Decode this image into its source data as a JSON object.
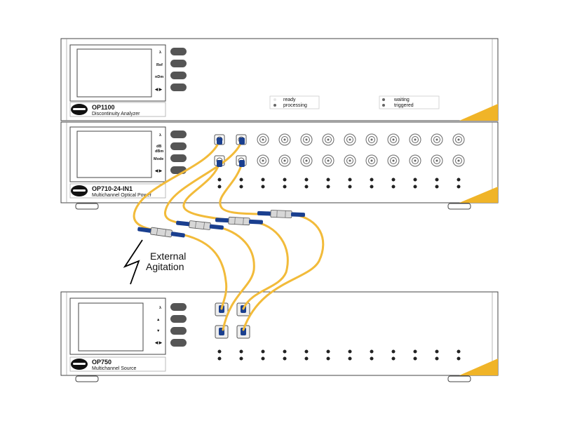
{
  "instruments": [
    {
      "id": "analyzer",
      "model": "OP1100",
      "name": "Discontinuity Analyzer",
      "display_buttons": [
        "λ",
        "Ref",
        "nDm",
        "◀ ▶"
      ],
      "status_left": [
        "ready",
        "processing"
      ],
      "status_right": [
        "waiting",
        "triggered"
      ]
    },
    {
      "id": "power",
      "model": "OP710-24-IN1",
      "name": "Multichannel Optical Power",
      "display_buttons": [
        "λ",
        "dB\ndBm",
        "Mode",
        "◀ ▶"
      ]
    },
    {
      "id": "source",
      "model": "OP750",
      "name": "Multichannel Source",
      "display_buttons": [
        "λ",
        "▲",
        "▼",
        "◀ ▶"
      ]
    }
  ],
  "annotation": {
    "line1": "External",
    "line2": "Agitation"
  },
  "colors": {
    "fiber": "#f2bb3a",
    "connector": "#1a3f8f",
    "accent": "#f0b428",
    "panel_stroke": "#333333",
    "button": "#555555"
  }
}
